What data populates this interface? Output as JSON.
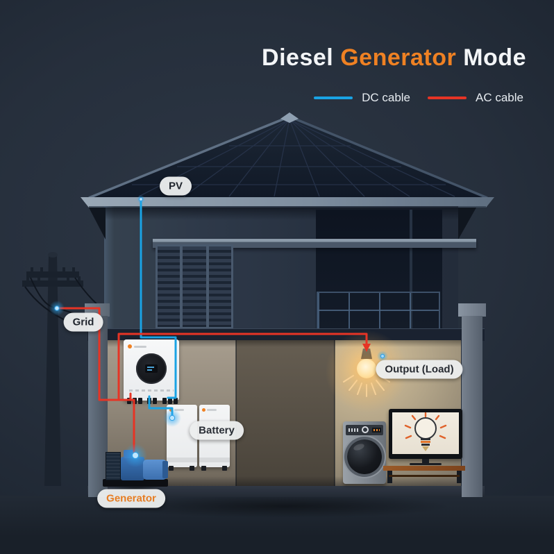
{
  "title": {
    "part1": "Diesel",
    "part2": "Generator",
    "part3": "Mode"
  },
  "legend": {
    "dc_label": "DC cable",
    "ac_label": "AC cable"
  },
  "labels": {
    "pv": "PV",
    "grid": "Grid",
    "battery": "Battery",
    "generator": "Generator",
    "output": "Output (Load)"
  },
  "colors": {
    "accent_orange": "#ef8123",
    "dc_blue": "#1aa3e4",
    "ac_red": "#e63425",
    "title_white": "#f3f5f7",
    "pill_bg": "#eceeee",
    "pill_text": "#21262e",
    "bulb_glow": "#ffc96e"
  },
  "icons": {
    "dc_cable_swatch": "blue line",
    "ac_cable_swatch": "red line",
    "tv_screen_bulb_icon": "sketched light bulb with orange rays",
    "connection_dot": "blue glowing node"
  }
}
